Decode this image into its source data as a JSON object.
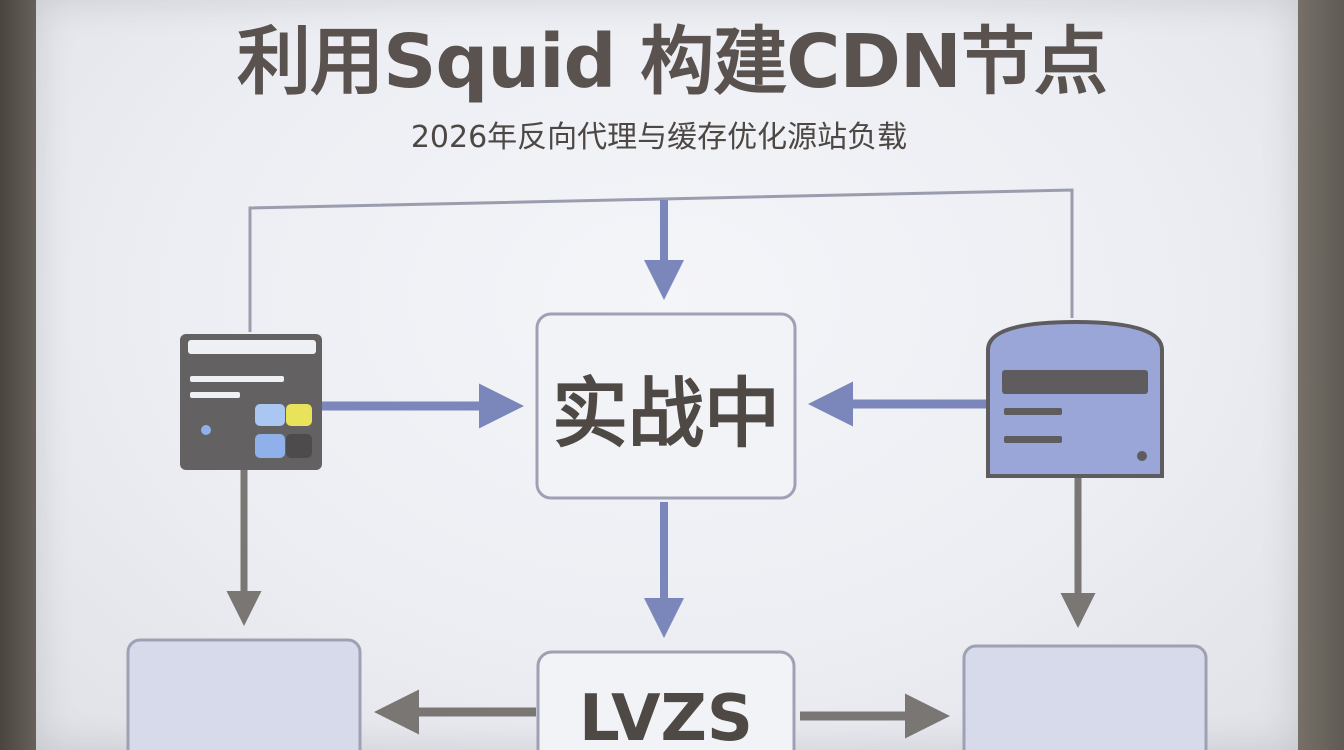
{
  "slide": {
    "title": "利用Squid 构建CDN节点",
    "subtitle": "2026年反向代理与缓存优化源站负载"
  },
  "diagram": {
    "center_node": {
      "label": "实战中"
    },
    "bottom_node": {
      "label": "LVZS"
    },
    "left_icon": "browser-window-icon",
    "right_icon": "server-icon",
    "colors": {
      "arrow_blue": "#7b86ba",
      "arrow_gray": "#7a7674",
      "node_fill": "#d7daea",
      "icon_dark": "#646163",
      "text": "#4f4945"
    }
  }
}
